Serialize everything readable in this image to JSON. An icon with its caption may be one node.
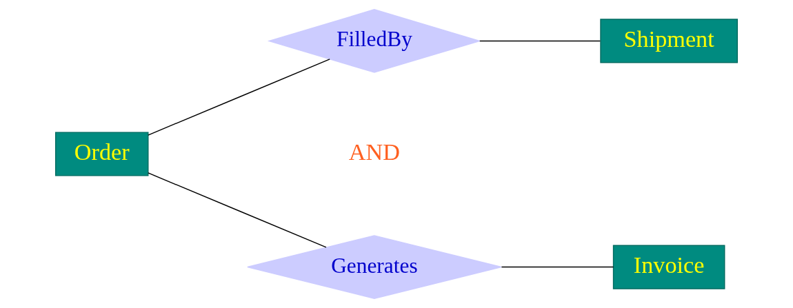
{
  "diagram": {
    "nodes": [
      {
        "text": [
          "Order"
        ]
      },
      {
        "text": [
          "FilledBy"
        ]
      },
      {
        "text": [
          "Generates"
        ]
      },
      {
        "text": [
          "Shipment"
        ]
      },
      {
        "text": [
          "Invoice"
        ]
      }
    ],
    "edges": [
      {
        "from": 0,
        "to": 1,
        "arrow": "none"
      },
      {
        "from": 0,
        "to": 2,
        "arrow": "none"
      },
      {
        "from": 1,
        "to": 3,
        "arrow": "none"
      },
      {
        "from": 2,
        "to": 4,
        "arrow": "none"
      }
    ],
    "labels": [
      "AND"
    ]
  }
}
